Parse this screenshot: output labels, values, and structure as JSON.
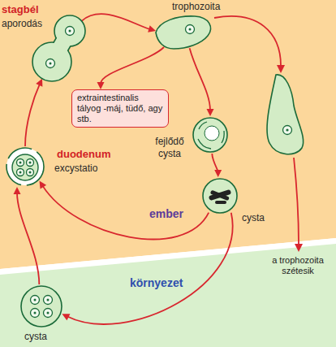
{
  "diagram": {
    "nodes": [
      {
        "text": [
          "stagbél",
          "aporodás"
        ]
      },
      {
        "text": [
          "trophozoita"
        ]
      },
      {
        "text": [
          "extraintestinalis tályog -máj, tüdő, agy stb."
        ]
      },
      {
        "text": [
          "fejlődő cysta"
        ]
      },
      {
        "text": [
          "cysta"
        ]
      },
      {
        "text": [
          "duodenum",
          "excystatio"
        ]
      },
      {
        "text": [
          "cysta"
        ]
      }
    ],
    "edges": [
      {
        "from": 5,
        "to": 0,
        "arrow": "to"
      },
      {
        "from": 0,
        "to": 1,
        "arrow": "to"
      },
      {
        "from": 1,
        "to": 2,
        "arrow": "to"
      },
      {
        "from": 1,
        "to": 3,
        "arrow": "to"
      },
      {
        "from": 3,
        "to": 4,
        "arrow": "to"
      },
      {
        "from": 4,
        "to": 5,
        "arrow": "to"
      },
      {
        "from": 4,
        "to": 6,
        "arrow": "to"
      },
      {
        "from": 6,
        "to": 5,
        "arrow": "to"
      }
    ],
    "labels": [
      "ember",
      "környezet",
      "a trophozoita szétesik"
    ]
  }
}
